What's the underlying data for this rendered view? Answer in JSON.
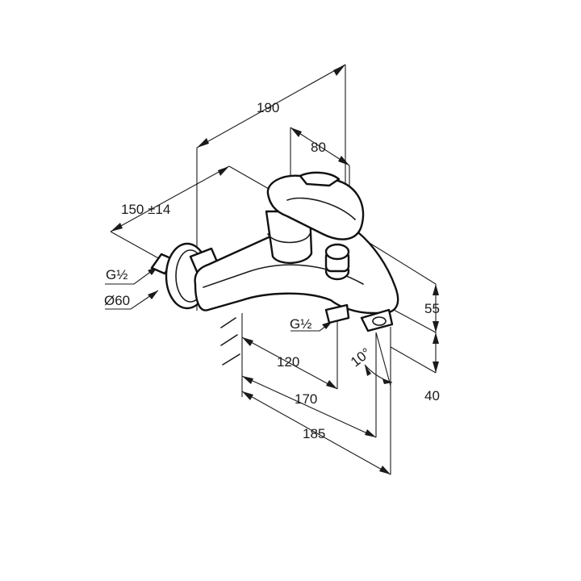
{
  "dimensions": {
    "overall_height": "190",
    "lever_width": "80",
    "projection": "150 ±14",
    "thread_wall": "G½",
    "rosette_diameter": "Ø60",
    "thread_outlet": "G½",
    "outlet_distance": "120",
    "spout_distance": "170",
    "total_length": "185",
    "height_upper": "55",
    "height_lower": "40",
    "spout_angle": "10°"
  }
}
